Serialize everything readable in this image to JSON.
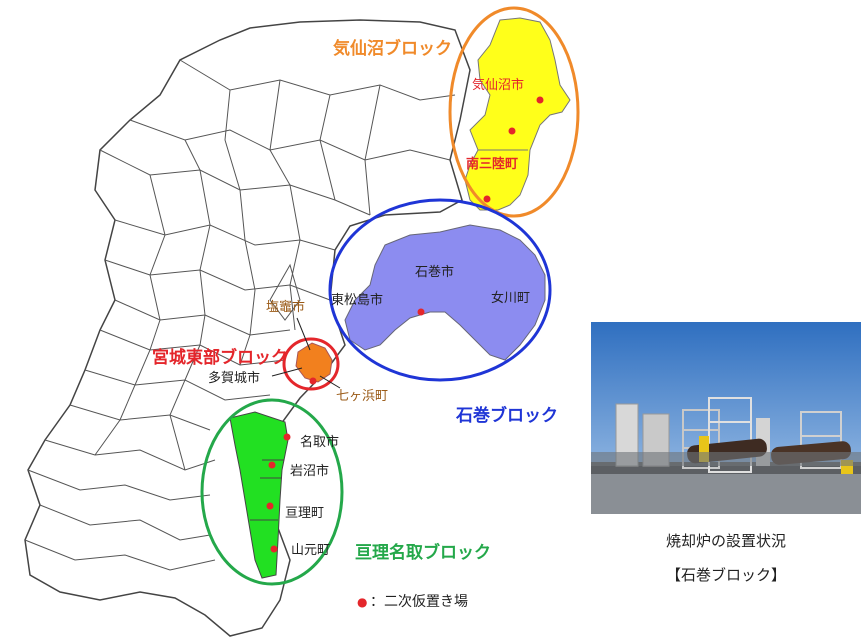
{
  "blocks": {
    "kesennuma": {
      "label": "気仙沼ブロック",
      "color": "#f08a2a"
    },
    "ishinomaki": {
      "label": "石巻ブロック",
      "color": "#1f35d6"
    },
    "miyagi_east": {
      "label": "宮城東部ブロック",
      "color": "#e4262b"
    },
    "watari_natori": {
      "label": "亘理名取ブロック",
      "color": "#24a84a"
    }
  },
  "municipalities": {
    "kesennuma_city": "気仙沼市",
    "minamisanriku": "南三陸町",
    "ishinomaki_city": "石巻市",
    "higashimatsushima": "東松島市",
    "onagawa": "女川町",
    "shiogama": "塩竈市",
    "tagajo": "多賀城市",
    "shichigahama": "七ヶ浜町",
    "natori": "名取市",
    "iwanuma": "岩沼市",
    "watari": "亘理町",
    "yamamoto": "山元町"
  },
  "legend": {
    "marker": "●",
    "text": "：二次仮置き場"
  },
  "photo": {
    "caption": "焼却炉の設置状況",
    "block": "【石巻ブロック】"
  },
  "colors": {
    "kesennuma_fill": "#ffff1a",
    "ishinomaki_fill": "#8c8cf0",
    "miyagi_east_fill": "#f2801e",
    "watari_natori_fill": "#22e022",
    "site_marker": "#e4262b",
    "town_label": "#9a5a16"
  }
}
